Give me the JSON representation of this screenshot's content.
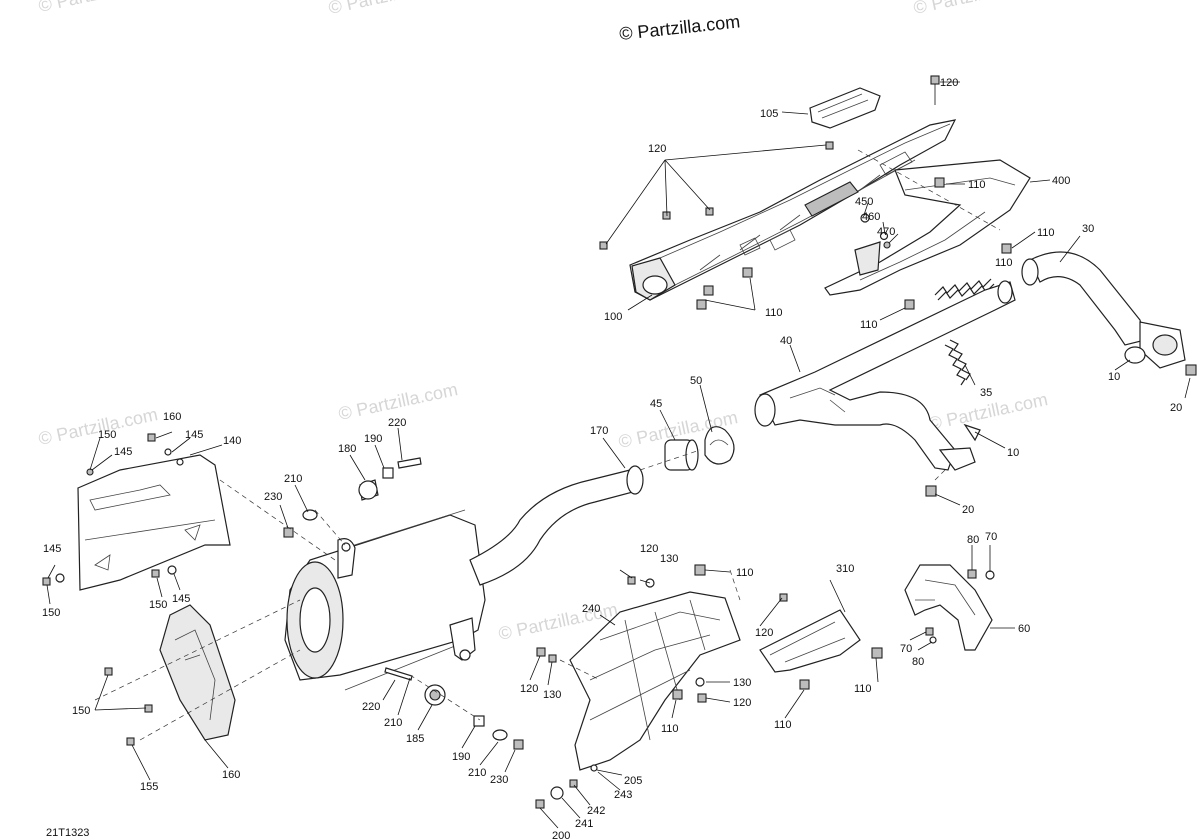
{
  "watermarks": [
    "© Partzilla.com",
    "© Partzilla.com",
    "© Partzilla.com",
    "© Partzilla.com",
    "© Partzilla.com",
    "© Partzilla.com",
    "© Partzilla.com",
    "© Partzilla.com"
  ],
  "copyright": "© Partzilla.com",
  "drawing_number": "21T1323",
  "callouts": [
    "120",
    "105",
    "120",
    "110",
    "400",
    "450",
    "460",
    "470",
    "110",
    "30",
    "100",
    "110",
    "110",
    "40",
    "35",
    "10",
    "20",
    "50",
    "45",
    "170",
    "10",
    "20",
    "160",
    "150",
    "145",
    "145",
    "140",
    "220",
    "190",
    "180",
    "210",
    "230",
    "145",
    "150",
    "150",
    "145",
    "120",
    "130",
    "110",
    "310",
    "80",
    "70",
    "240",
    "120",
    "60",
    "70",
    "80",
    "150",
    "220",
    "210",
    "185",
    "120",
    "130",
    "130",
    "120",
    "110",
    "110",
    "110",
    "110",
    "190",
    "210",
    "230",
    "160",
    "155",
    "205",
    "243",
    "242",
    "241",
    "200"
  ]
}
